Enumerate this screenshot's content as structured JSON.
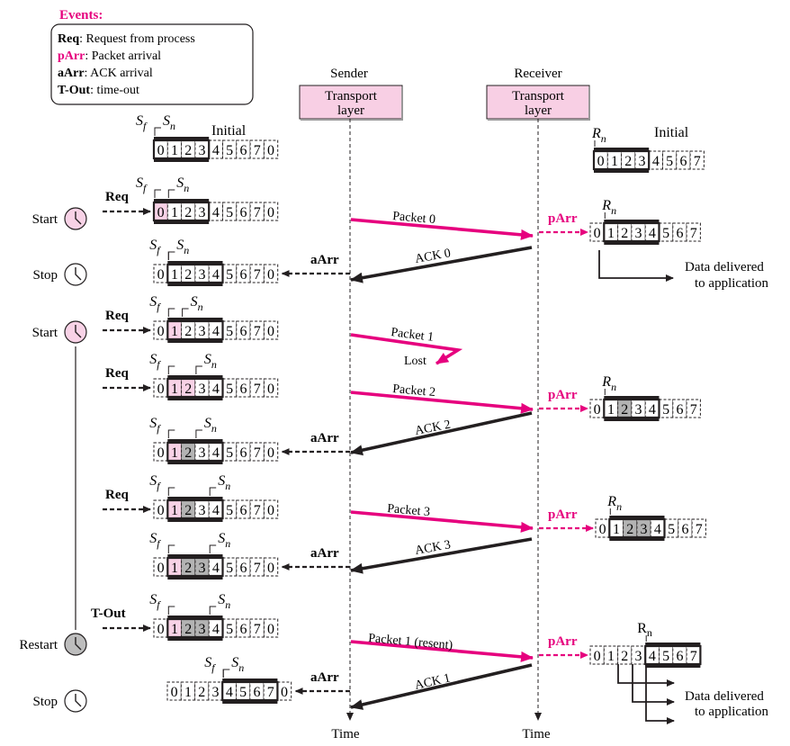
{
  "legend": {
    "title": "Events:",
    "items": [
      {
        "key": "Req",
        "text": ": Request from process",
        "pink": false
      },
      {
        "key": "pArr",
        "text": ": Packet arrival",
        "pink": true
      },
      {
        "key": "aArr",
        "text": ": ACK arrival",
        "pink": false
      },
      {
        "key": "T-Out",
        "text": ": time-out",
        "pink": false
      }
    ]
  },
  "sender": {
    "label": "Sender",
    "box": [
      "Transport",
      "layer"
    ],
    "time": "Time"
  },
  "receiver": {
    "label": "Receiver",
    "box": [
      "Transport",
      "layer"
    ],
    "time": "Time"
  },
  "colors": {
    "pink": "#e6007e",
    "light_pink": "#f8d2e6",
    "gray": "#b3b3b3",
    "box_fill": "#f8cfe4",
    "black": "#231f20"
  },
  "labels": {
    "initial": "Initial",
    "sf": "S",
    "sf_sub": "f",
    "sn": "S",
    "sn_sub": "n",
    "rn": "R",
    "rn_sub": "n"
  },
  "timer_events": [
    {
      "label": "Start",
      "state": "start"
    },
    {
      "label": "Stop",
      "state": "stop"
    },
    {
      "label": "Start",
      "state": "start"
    },
    {
      "label": "Restart",
      "state": "restart"
    },
    {
      "label": "Stop",
      "state": "stop"
    }
  ],
  "sender_windows": [
    {
      "seq": [
        "0",
        "1",
        "2",
        "3",
        "4",
        "5",
        "6",
        "7",
        "0"
      ],
      "event": null,
      "sf": 0,
      "sn": 0,
      "wstart": 0,
      "wlen": 4,
      "pink": [],
      "gray": [],
      "initial": true
    },
    {
      "seq": [
        "0",
        "1",
        "2",
        "3",
        "4",
        "5",
        "6",
        "7",
        "0"
      ],
      "event": "Req",
      "sf": 0,
      "sn": 1,
      "wstart": 0,
      "wlen": 4,
      "pink": [
        0
      ],
      "gray": []
    },
    {
      "seq": [
        "0",
        "1",
        "2",
        "3",
        "4",
        "5",
        "6",
        "7",
        "0"
      ],
      "event": "aArr",
      "sf": 1,
      "sn": 1,
      "wstart": 1,
      "wlen": 4,
      "pink": [],
      "gray": []
    },
    {
      "seq": [
        "0",
        "1",
        "2",
        "3",
        "4",
        "5",
        "6",
        "7",
        "0"
      ],
      "event": "Req",
      "sf": 1,
      "sn": 2,
      "wstart": 1,
      "wlen": 4,
      "pink": [
        1
      ],
      "gray": []
    },
    {
      "seq": [
        "0",
        "1",
        "2",
        "3",
        "4",
        "5",
        "6",
        "7",
        "0"
      ],
      "event": "Req",
      "sf": 1,
      "sn": 3,
      "wstart": 1,
      "wlen": 4,
      "pink": [
        1,
        2
      ],
      "gray": []
    },
    {
      "seq": [
        "0",
        "1",
        "2",
        "3",
        "4",
        "5",
        "6",
        "7",
        "0"
      ],
      "event": "aArr",
      "sf": 1,
      "sn": 3,
      "wstart": 1,
      "wlen": 4,
      "pink": [
        1
      ],
      "gray": [
        2
      ]
    },
    {
      "seq": [
        "0",
        "1",
        "2",
        "3",
        "4",
        "5",
        "6",
        "7",
        "0"
      ],
      "event": "Req",
      "sf": 1,
      "sn": 4,
      "wstart": 1,
      "wlen": 4,
      "pink": [
        1
      ],
      "gray": [
        2
      ]
    },
    {
      "seq": [
        "0",
        "1",
        "2",
        "3",
        "4",
        "5",
        "6",
        "7",
        "0"
      ],
      "event": "aArr",
      "sf": 1,
      "sn": 4,
      "wstart": 1,
      "wlen": 4,
      "pink": [
        1
      ],
      "gray": [
        2,
        3
      ]
    },
    {
      "seq": [
        "0",
        "1",
        "2",
        "3",
        "4",
        "5",
        "6",
        "7",
        "0"
      ],
      "event": "T-Out",
      "sf": 1,
      "sn": 4,
      "wstart": 1,
      "wlen": 4,
      "pink": [
        1
      ],
      "gray": [
        2,
        3
      ]
    },
    {
      "seq": [
        "0",
        "1",
        "2",
        "3",
        "4",
        "5",
        "6",
        "7",
        "0"
      ],
      "event": "aArr",
      "sf": 4,
      "sn": 4,
      "wstart": 4,
      "wlen": 4,
      "pink": [],
      "gray": []
    }
  ],
  "receiver_windows": [
    {
      "seq": [
        "0",
        "1",
        "2",
        "3",
        "4",
        "5",
        "6",
        "7"
      ],
      "event": null,
      "rn": 0,
      "wstart": 0,
      "wlen": 4,
      "gray": [],
      "initial": true
    },
    {
      "seq": [
        "0",
        "1",
        "2",
        "3",
        "4",
        "5",
        "6",
        "7"
      ],
      "event": "pArr",
      "rn": 1,
      "wstart": 1,
      "wlen": 4,
      "gray": []
    },
    {
      "seq": [
        "0",
        "1",
        "2",
        "3",
        "4",
        "5",
        "6",
        "7"
      ],
      "event": "pArr",
      "rn": 1,
      "wstart": 1,
      "wlen": 4,
      "gray": [
        2
      ]
    },
    {
      "seq": [
        "0",
        "1",
        "2",
        "3",
        "4",
        "5",
        "6",
        "7"
      ],
      "event": "pArr",
      "rn": 1,
      "wstart": 1,
      "wlen": 4,
      "gray": [
        2,
        3
      ]
    },
    {
      "seq": [
        "0",
        "1",
        "2",
        "3",
        "4",
        "5",
        "6",
        "7"
      ],
      "event": "pArr",
      "rn": 4,
      "wstart": 4,
      "wlen": 4,
      "gray": [],
      "rn_plain": true
    }
  ],
  "messages": [
    {
      "label": "Packet 0",
      "dir": "data"
    },
    {
      "label": "ACK 0",
      "dir": "ack"
    },
    {
      "label": "Packet 1",
      "dir": "lost"
    },
    {
      "label": "Lost",
      "dir": "lost-label"
    },
    {
      "label": "Packet 2",
      "dir": "data"
    },
    {
      "label": "ACK 2",
      "dir": "ack"
    },
    {
      "label": "Packet 3",
      "dir": "data"
    },
    {
      "label": "ACK 3",
      "dir": "ack"
    },
    {
      "label": "Packet 1 (resent)",
      "dir": "data"
    },
    {
      "label": "ACK 1",
      "dir": "ack"
    }
  ],
  "delivery": [
    [
      "Data delivered",
      "to application"
    ],
    [
      "Data delivered",
      "to application"
    ]
  ]
}
